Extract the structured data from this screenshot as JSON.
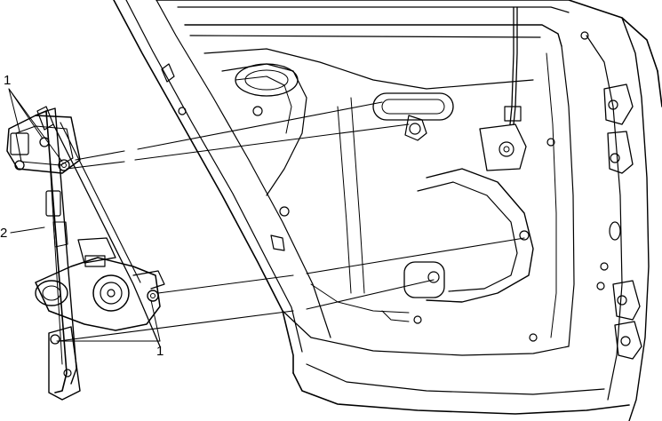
{
  "callouts": [
    {
      "id": "c1a",
      "text": "1"
    },
    {
      "id": "c2",
      "text": "2"
    },
    {
      "id": "c1b",
      "text": "1"
    }
  ],
  "colors": {
    "line": "#000000",
    "background": "#ffffff"
  }
}
